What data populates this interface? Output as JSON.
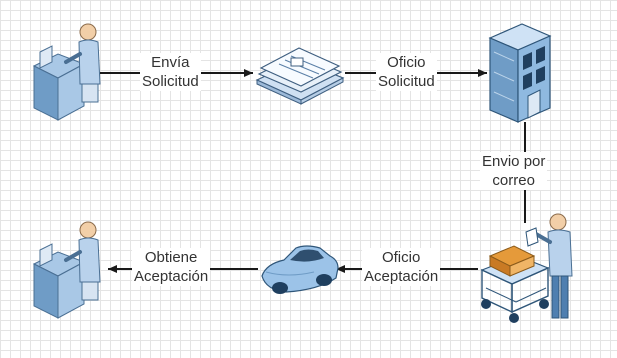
{
  "colors": {
    "line": "#1a1a1a",
    "skin": "#f2cfa8",
    "shirt": "#b9d2ec",
    "desk": "#a9c8e6",
    "desk_dark": "#6f9cc6",
    "building": "#8fb9e0",
    "car": "#9cc3e8",
    "box": "#e59a3a"
  },
  "icons": {
    "sender_top": "person-at-desk-icon",
    "documents": "documents-stack-icon",
    "office": "office-building-icon",
    "mail_clerk": "mail-clerk-cart-icon",
    "car": "car-icon",
    "sender_bottom": "person-at-desk-icon"
  },
  "labels": {
    "envia_solicitud": [
      "Envía",
      "Solicitud"
    ],
    "oficio_solicitud": [
      "Oficio",
      "Solicitud"
    ],
    "envio_correo": [
      "Envio por",
      "correo"
    ],
    "oficio_aceptacion": [
      "Oficio",
      "Aceptación"
    ],
    "obtiene_aceptacion": [
      "Obtiene",
      "Aceptación"
    ]
  }
}
